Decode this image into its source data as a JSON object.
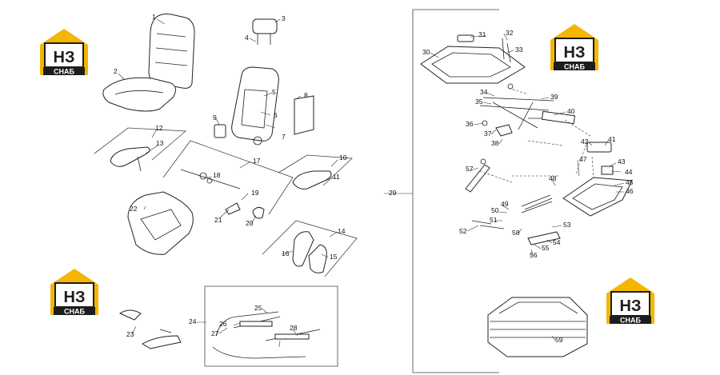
{
  "diagram": {
    "logo_text": "СНАБ",
    "logo_mark": "НЗ",
    "colors": {
      "logo_yellow": "#f4b600",
      "logo_dark": "#1d1d1b",
      "line": "#222222"
    },
    "callouts": [
      "1",
      "2",
      "3",
      "4",
      "5",
      "6",
      "7",
      "8",
      "9",
      "10",
      "11",
      "12",
      "13",
      "14",
      "15",
      "16",
      "17",
      "18",
      "19",
      "20",
      "21",
      "22",
      "23",
      "24",
      "25",
      "26",
      "27",
      "28",
      "29",
      "30",
      "31",
      "32",
      "33",
      "34",
      "35",
      "36",
      "37",
      "38",
      "39",
      "40",
      "41",
      "42",
      "43",
      "44",
      "45",
      "46",
      "47",
      "48",
      "49",
      "50",
      "51",
      "52",
      "53",
      "54",
      "55",
      "56",
      "57",
      "58",
      "59"
    ]
  }
}
